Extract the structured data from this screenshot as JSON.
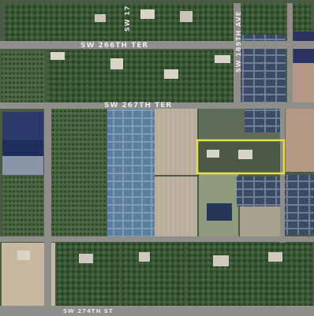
{
  "map": {
    "type": "satellite",
    "road_labels": {
      "sw_266th_ter": "SW 266TH TER",
      "sw_267th_ter": "SW 267TH TER",
      "sw_189th_ave": "SW 189TH AVE",
      "sw_17": "SW 17",
      "sw_274th_st": "SW 274TH ST"
    },
    "highlight": {
      "outline_color": "#e6e04a"
    },
    "colors": {
      "road": "#8f8e8a",
      "tree_canopy": "#2c4a2a",
      "field_tan": "#b8aa98",
      "nursery_blue": "#5a7e9c",
      "pond": "#2a3c66"
    }
  }
}
